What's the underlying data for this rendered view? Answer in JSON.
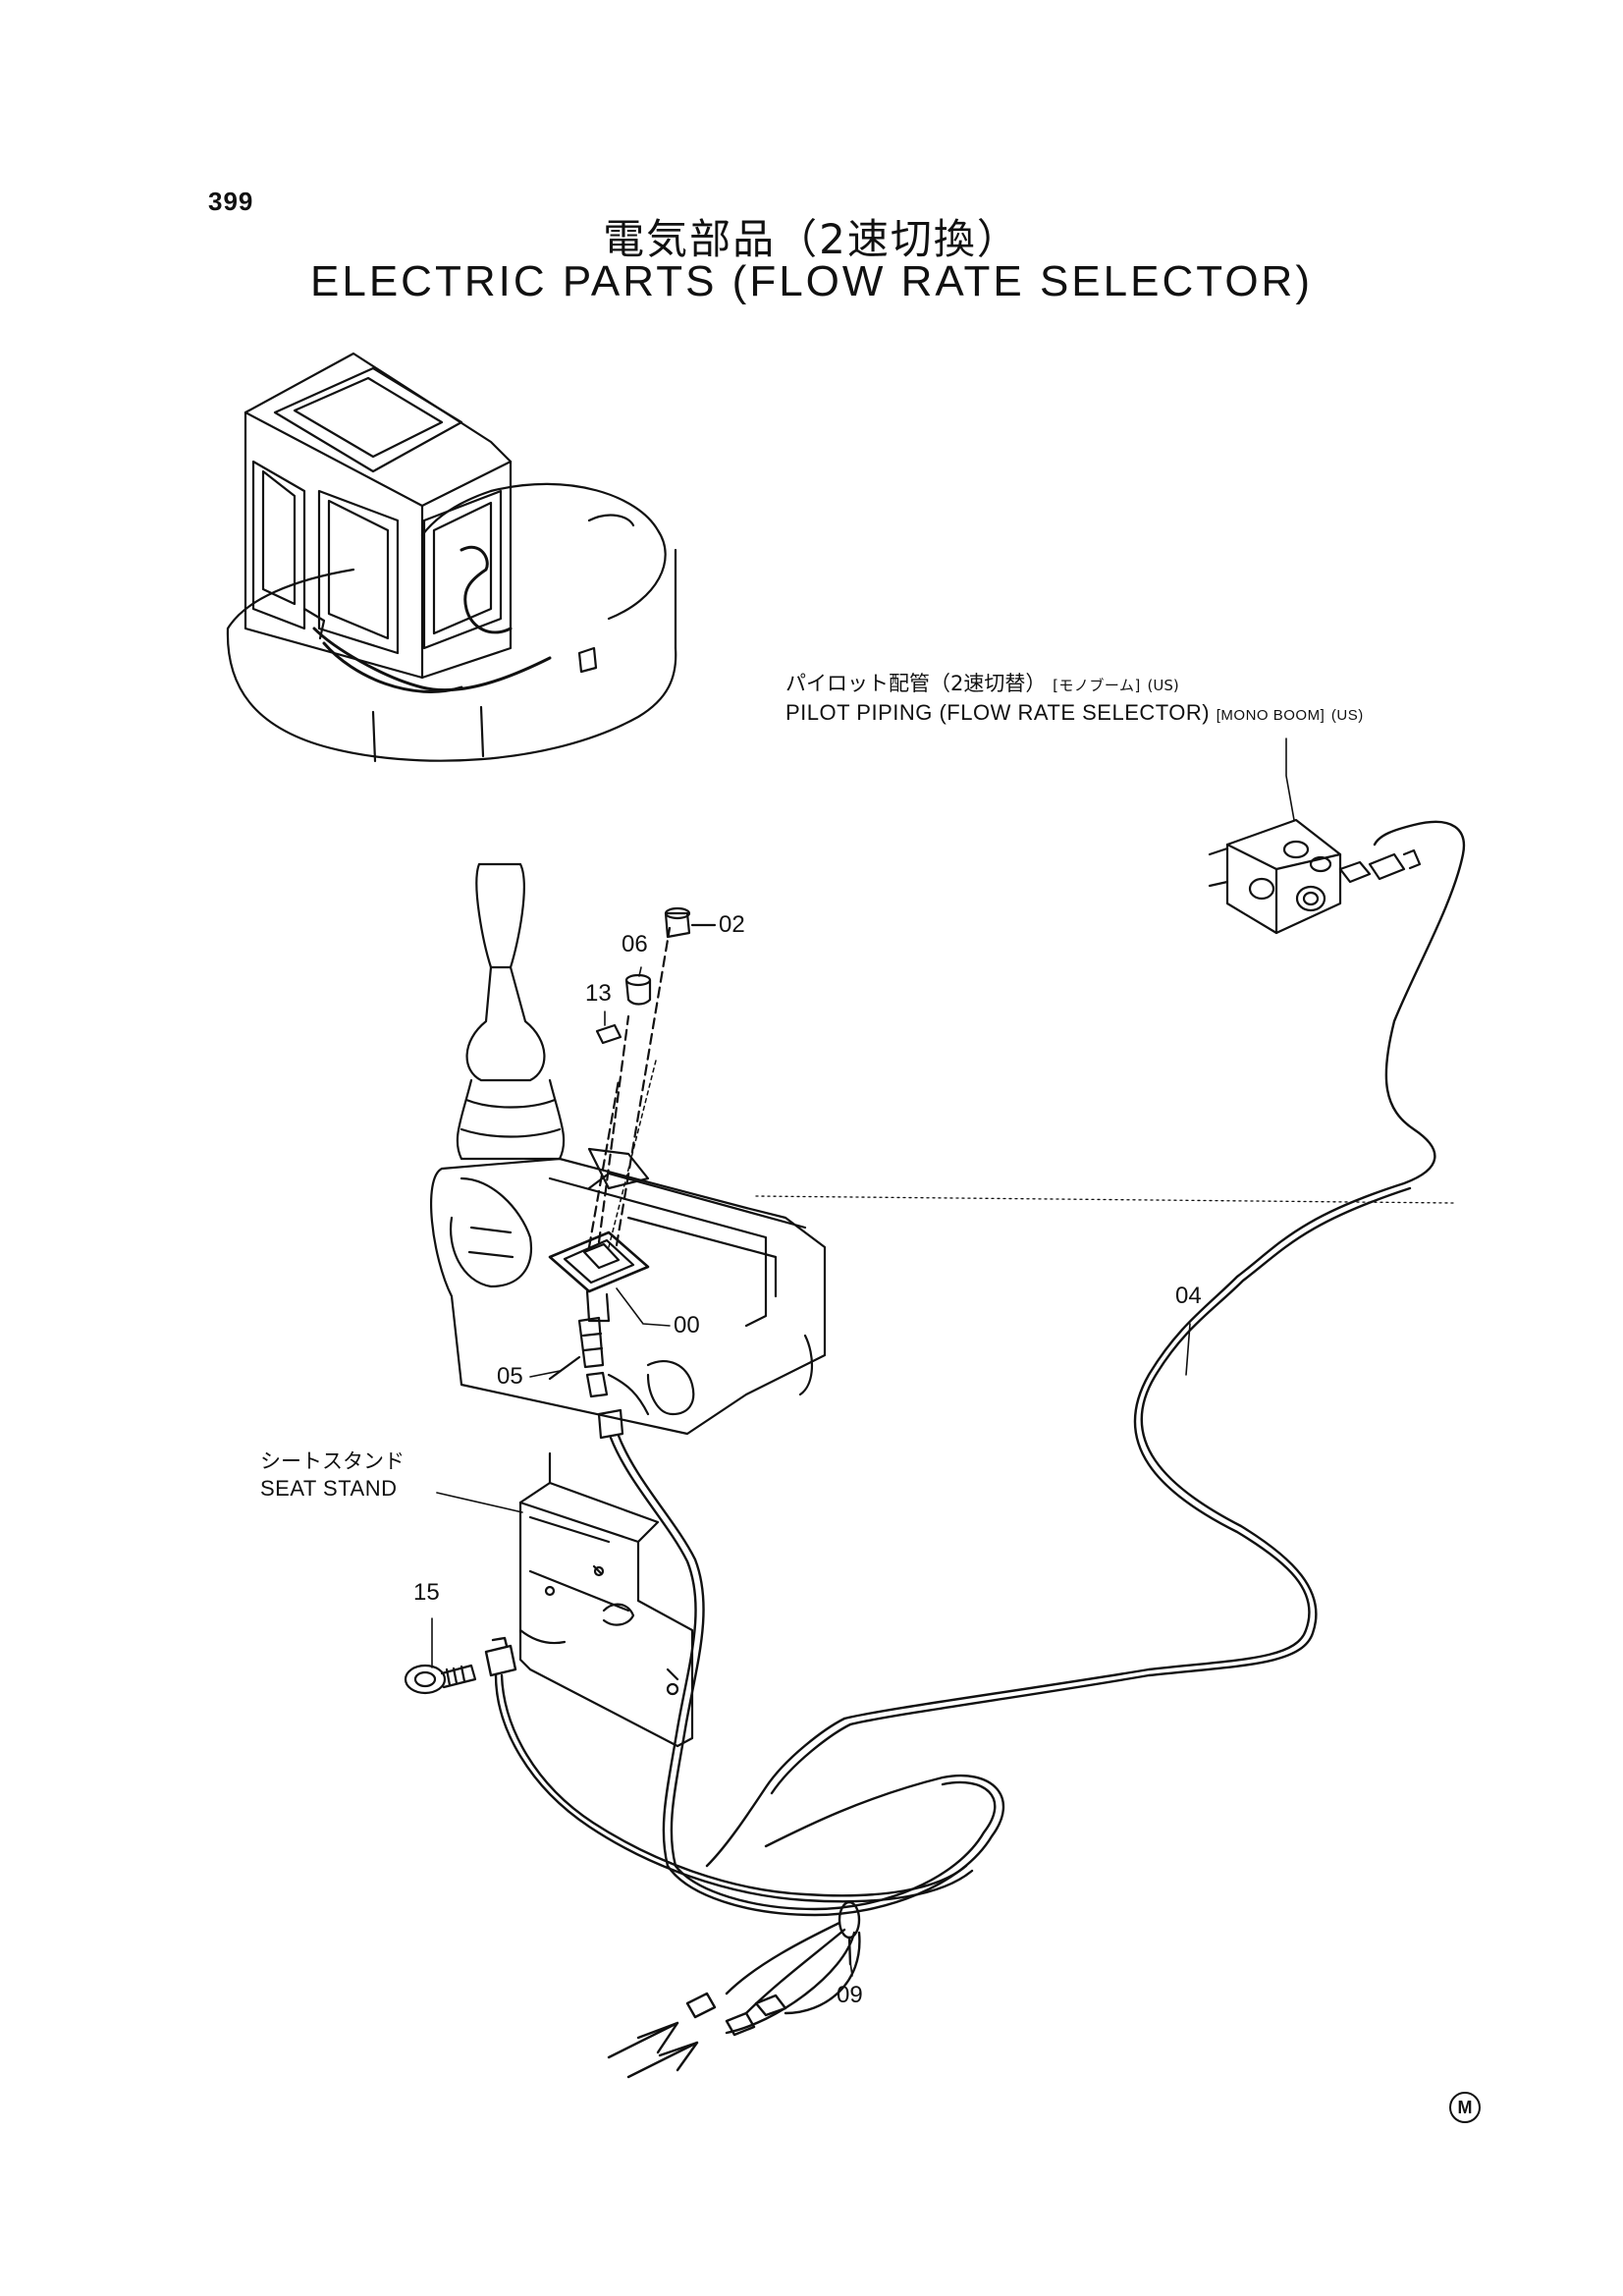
{
  "page_number": "399",
  "title": {
    "japanese": "電気部品（2速切換）",
    "english": "ELECTRIC PARTS (FLOW RATE SELECTOR)"
  },
  "callouts": {
    "pilot_piping_jp": "パイロット配管（2速切替）",
    "pilot_piping_jp_note": "[モノブーム]",
    "pilot_piping_jp_region": "(US)",
    "pilot_piping_en": "PILOT PIPING (FLOW RATE SELECTOR)",
    "pilot_piping_en_note": "[MONO BOOM]",
    "pilot_piping_en_region": "(US)",
    "seat_stand_jp": "シートスタンド",
    "seat_stand_en": "SEAT STAND"
  },
  "part_numbers": {
    "p00": "00",
    "p02": "02",
    "p04": "04",
    "p05": "05",
    "p06": "06",
    "p09": "09",
    "p13": "13",
    "p15": "15"
  },
  "footer_mark": "M"
}
